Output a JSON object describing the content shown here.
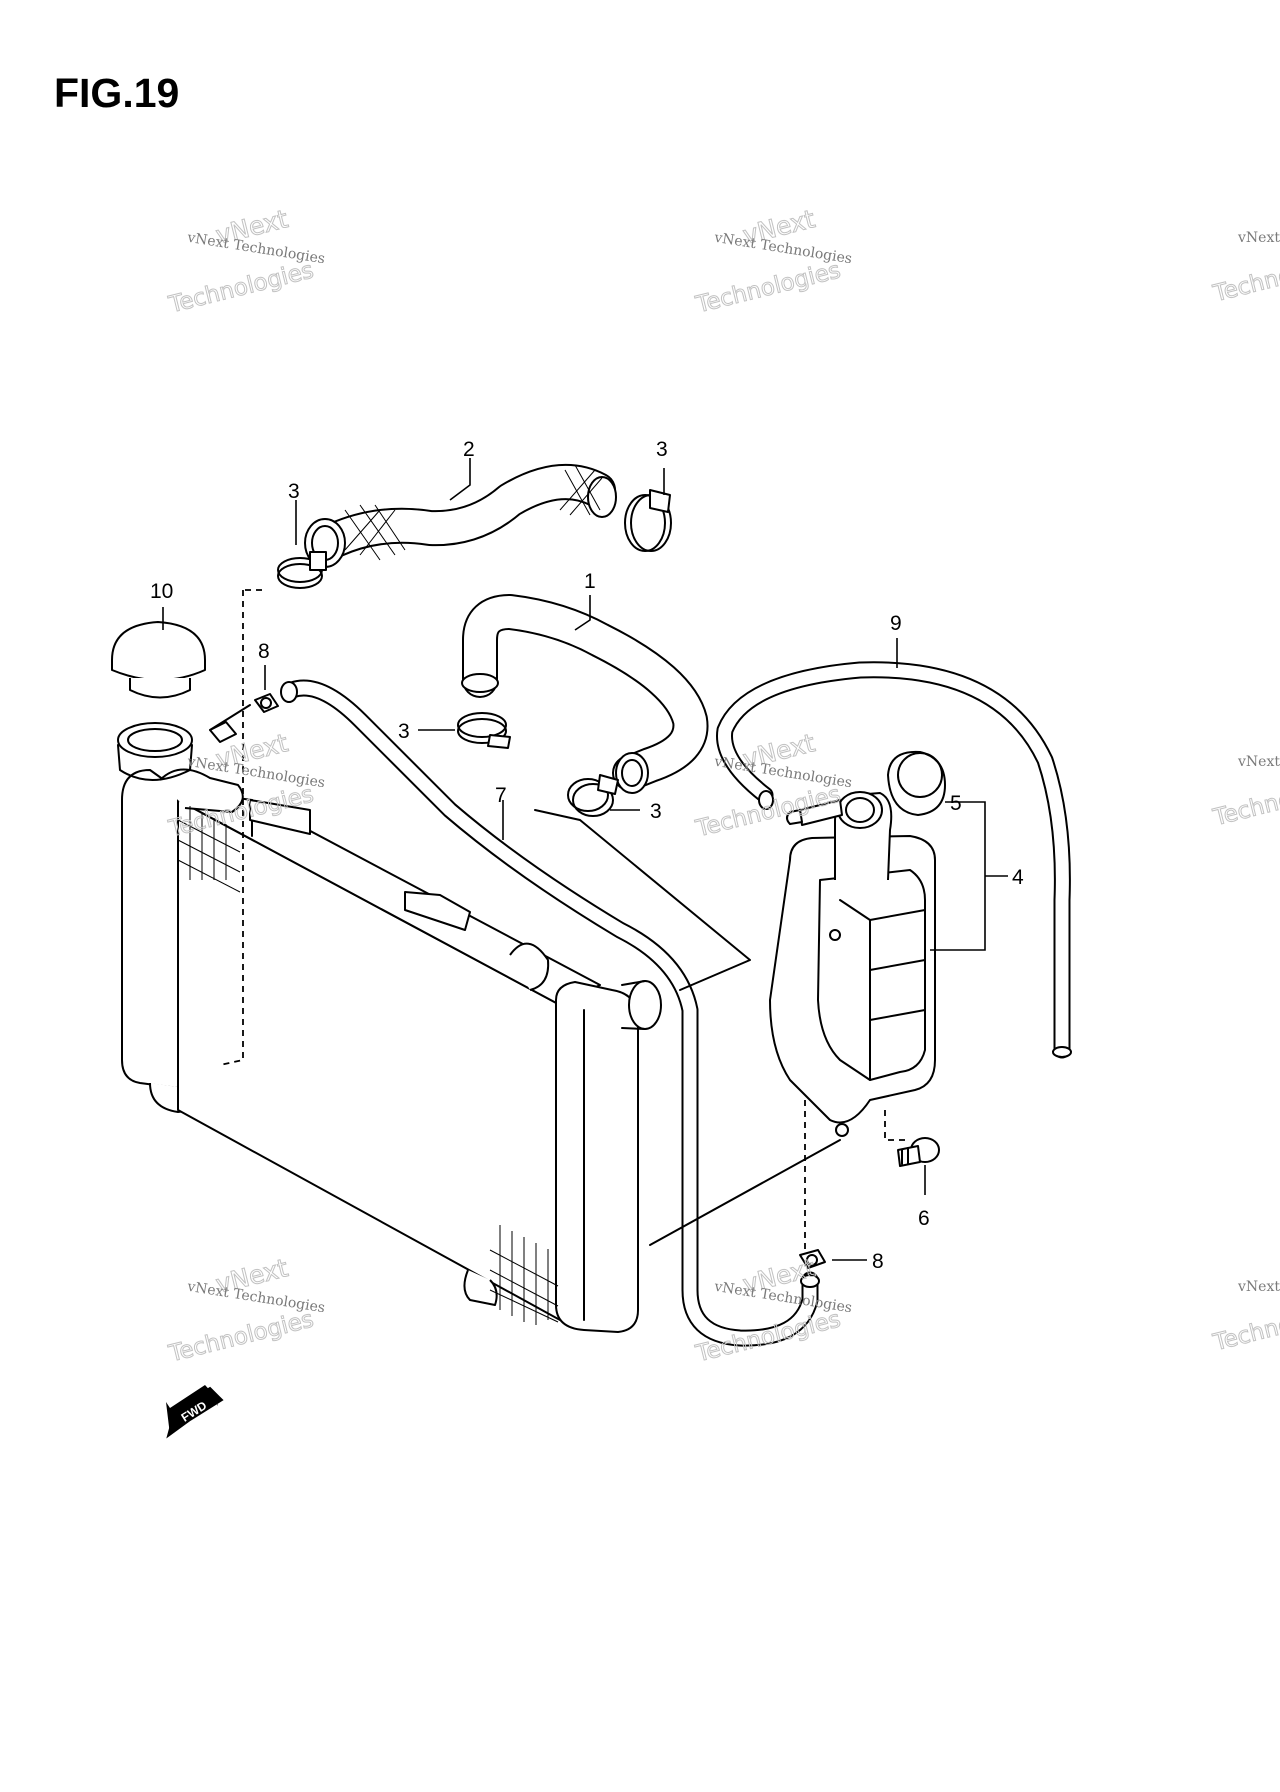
{
  "figure": {
    "title": "FIG.19"
  },
  "watermark": {
    "line1": "vNext Technologies",
    "line2": "vNext",
    "line3": "Technologies"
  },
  "callouts": [
    {
      "id": "1",
      "label": "1"
    },
    {
      "id": "2",
      "label": "2"
    },
    {
      "id": "3a",
      "label": "3"
    },
    {
      "id": "3b",
      "label": "3"
    },
    {
      "id": "3c",
      "label": "3"
    },
    {
      "id": "3d",
      "label": "3"
    },
    {
      "id": "4",
      "label": "4"
    },
    {
      "id": "5",
      "label": "5"
    },
    {
      "id": "6",
      "label": "6"
    },
    {
      "id": "7",
      "label": "7"
    },
    {
      "id": "8a",
      "label": "8"
    },
    {
      "id": "8b",
      "label": "8"
    },
    {
      "id": "9",
      "label": "9"
    },
    {
      "id": "10",
      "label": "10"
    }
  ],
  "fwd_marker": {
    "label": "FWD"
  },
  "icons": {
    "fwd": "fwd-arrow-icon"
  }
}
